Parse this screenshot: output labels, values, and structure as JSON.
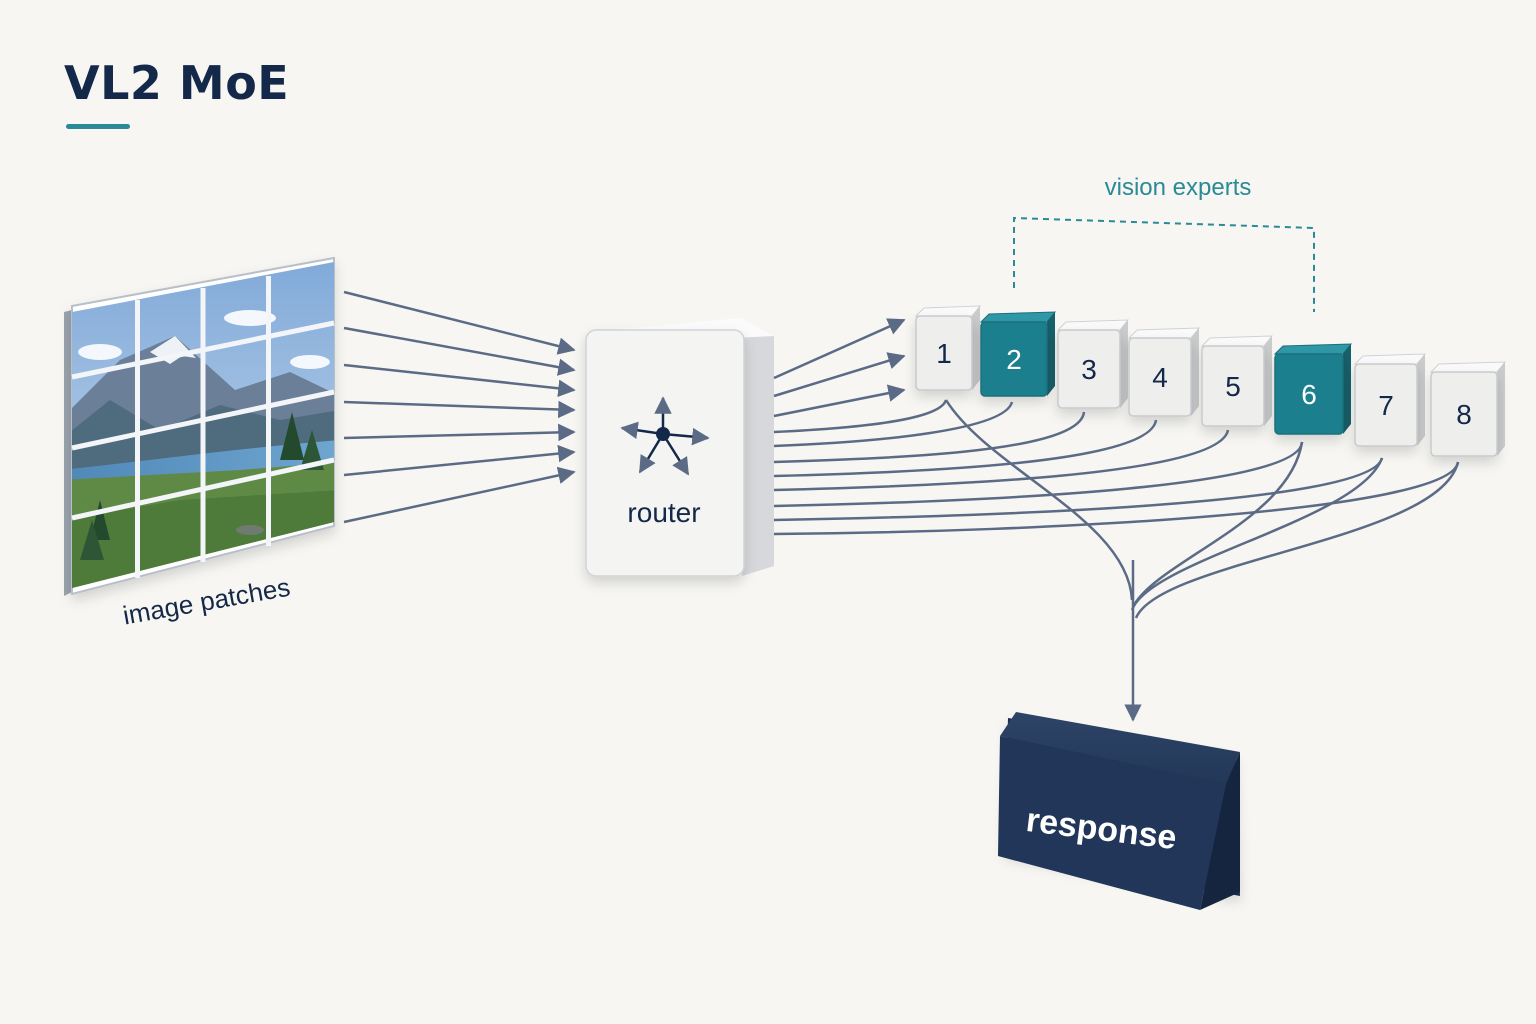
{
  "title": "VL2 MoE",
  "image_label": "image patches",
  "router_label": "router",
  "experts_group_label": "vision experts",
  "experts": [
    {
      "label": "1",
      "vision": false
    },
    {
      "label": "2",
      "vision": true
    },
    {
      "label": "3",
      "vision": false
    },
    {
      "label": "4",
      "vision": false
    },
    {
      "label": "5",
      "vision": false
    },
    {
      "label": "6",
      "vision": true
    },
    {
      "label": "7",
      "vision": false
    },
    {
      "label": "8",
      "vision": false
    }
  ],
  "output_label": "response",
  "icons": {
    "router": "router-hub-arrows-icon"
  },
  "colors": {
    "background": "#f7f6f2",
    "title": "#14284a",
    "accent": "#2a8a96",
    "vision_expert": "#1f7f8e",
    "expert": "#eeeeec",
    "arrow": "#5b6b86",
    "response": "#1f3352"
  }
}
